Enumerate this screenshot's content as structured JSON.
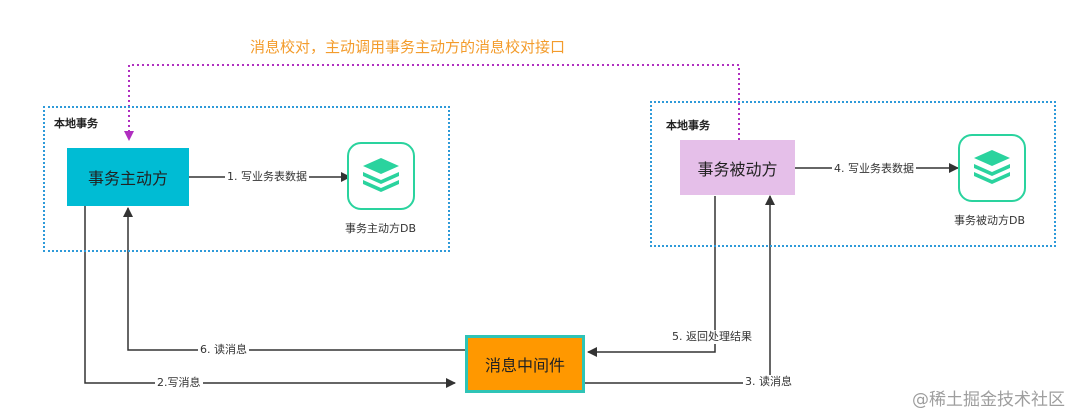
{
  "top_caption": "消息校对，主动调用事务主动方的消息校对接口",
  "regions": {
    "left": {
      "label": "本地事务"
    },
    "right": {
      "label": "本地事务"
    }
  },
  "nodes": {
    "initiator": {
      "label": "事务主动方",
      "color": "#00bcd4"
    },
    "participant": {
      "label": "事务被动方",
      "color": "#e5bfe9"
    },
    "mq": {
      "label": "消息中间件",
      "color": "#ff9800",
      "border": "#2ec4b6"
    }
  },
  "databases": {
    "initiator_db": {
      "label": "事务主动方DB",
      "icon": "database-stack-icon",
      "color": "#2ad39e"
    },
    "participant_db": {
      "label": "事务被动方DB",
      "icon": "database-stack-icon",
      "color": "#2ad39e"
    }
  },
  "edges": {
    "e1": "1. 写业务表数据",
    "e2": "2.写消息",
    "e3": "3. 读消息",
    "e4": "4. 写业务表数据",
    "e5": "5. 返回处理结果",
    "e6": "6. 读消息"
  },
  "watermark": "@稀土掘金技术社区"
}
